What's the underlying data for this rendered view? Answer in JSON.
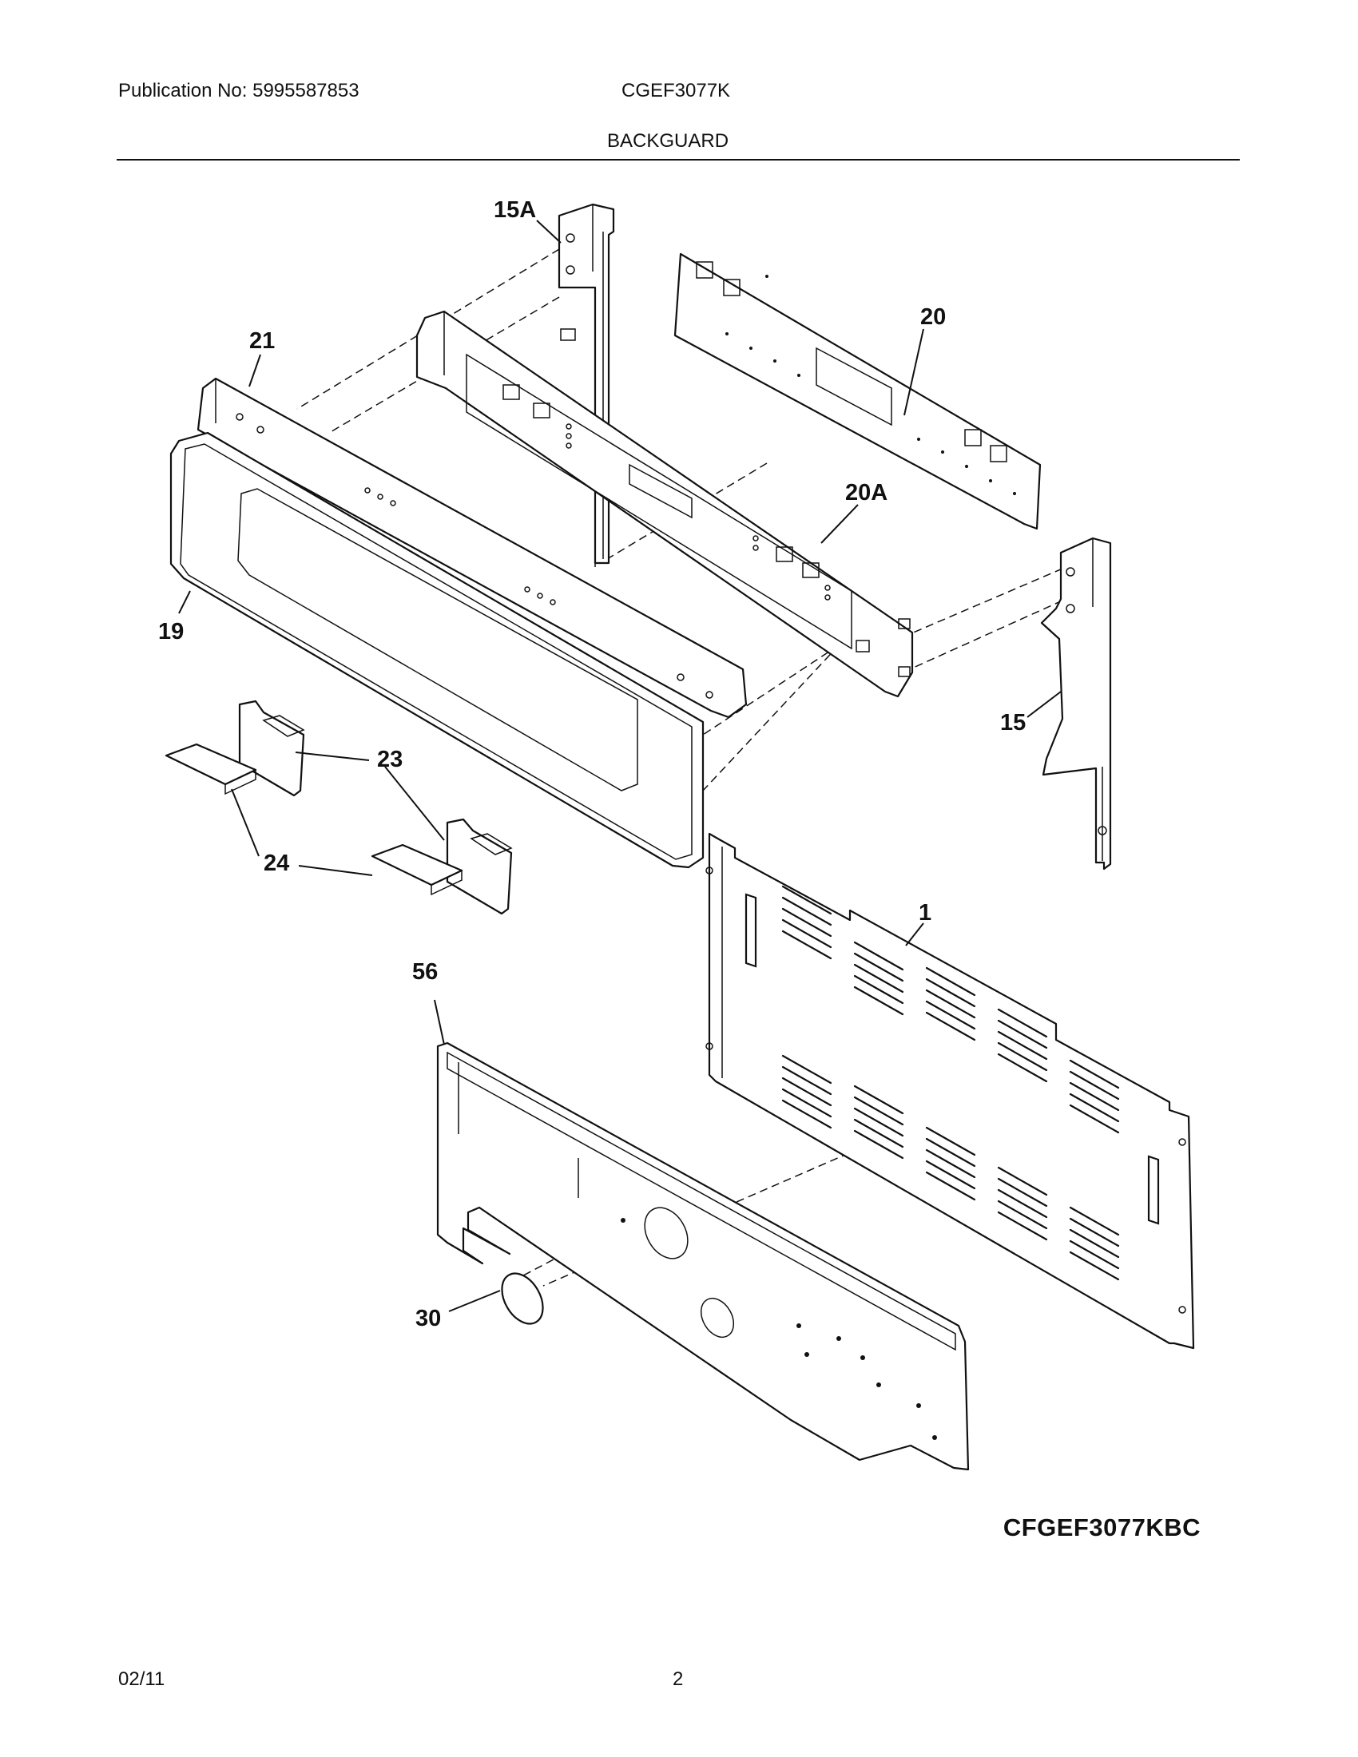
{
  "header": {
    "publication": "Publication No: 5995587853",
    "model": "CGEF3077K",
    "section_title": "BACKGUARD"
  },
  "callouts": {
    "c15a": "15A",
    "c21": "21",
    "c20": "20",
    "c20a": "20A",
    "c19": "19",
    "c15": "15",
    "c23": "23",
    "c24": "24",
    "c1": "1",
    "c56": "56",
    "c30": "30"
  },
  "diagram_id": "CFGEF3077KBC",
  "footer": {
    "date": "02/11",
    "page": "2"
  }
}
